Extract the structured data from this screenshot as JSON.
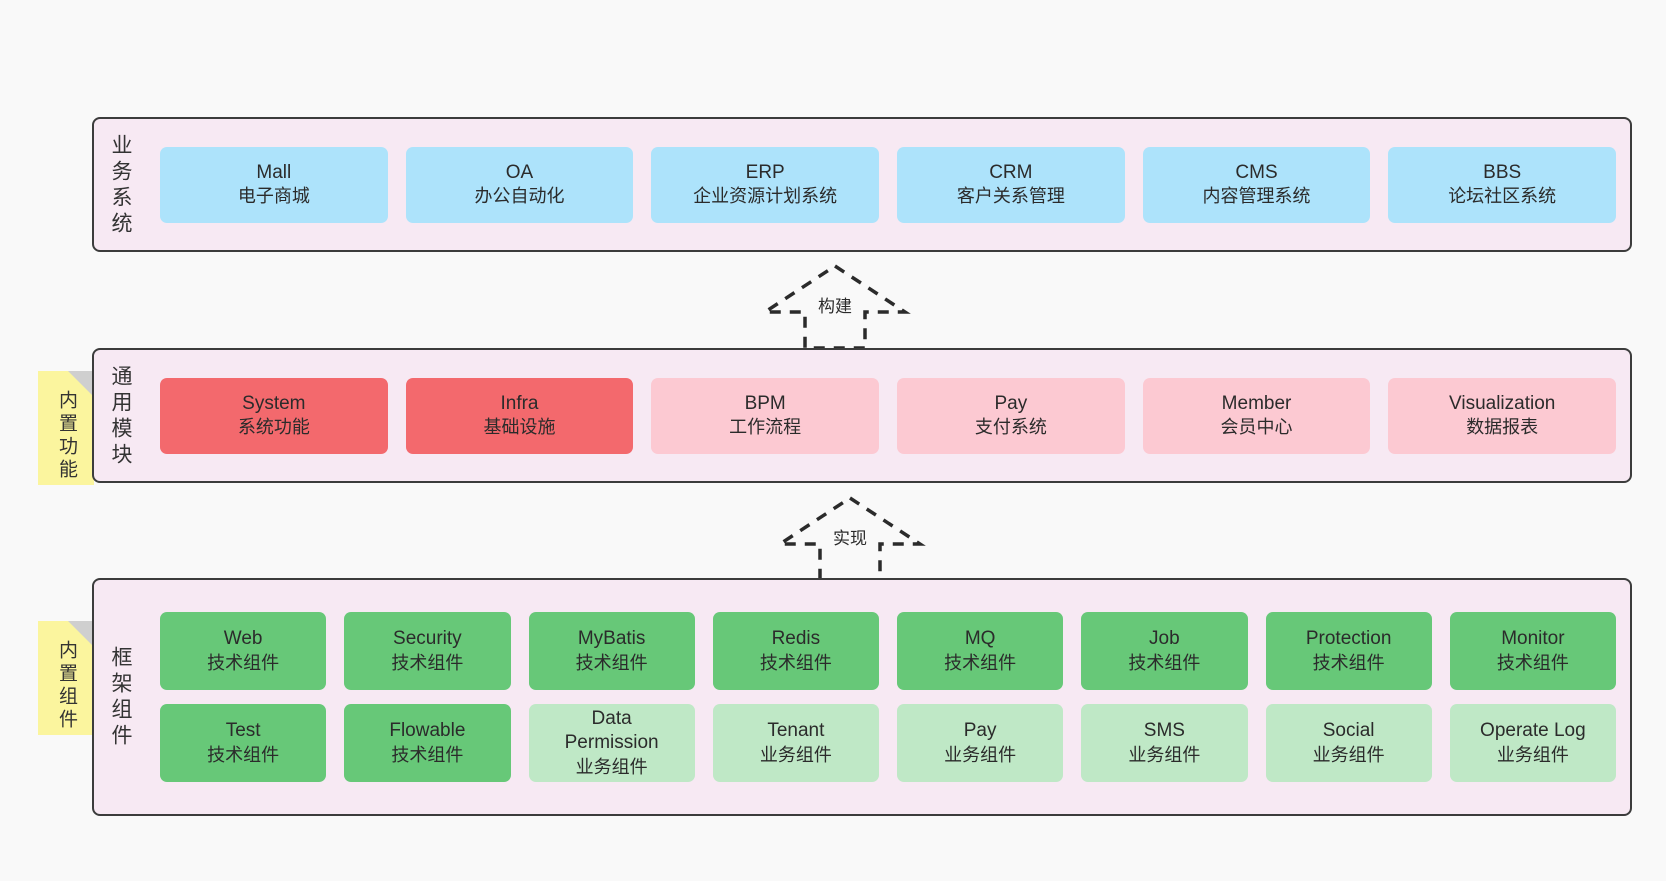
{
  "diagram": {
    "background": "#f9f9f9",
    "panel_bg": "#f7e9f3",
    "note_bg": "#fbf59e",
    "colors": {
      "business": "#ade3fb",
      "module_core": "#f3696d",
      "module_other": "#fcc9d2",
      "tech_component": "#67c878",
      "biz_component": "#bfe8c6"
    }
  },
  "sections": {
    "business": {
      "title": "业务系统",
      "cards": [
        {
          "en": "Mall",
          "cn": "电子商城"
        },
        {
          "en": "OA",
          "cn": "办公自动化"
        },
        {
          "en": "ERP",
          "cn": "企业资源计划系统"
        },
        {
          "en": "CRM",
          "cn": "客户关系管理"
        },
        {
          "en": "CMS",
          "cn": "内容管理系统"
        },
        {
          "en": "BBS",
          "cn": "论坛社区系统"
        }
      ]
    },
    "modules": {
      "title": "通用模块",
      "note": "内置功能",
      "cards": [
        {
          "en": "System",
          "cn": "系统功能",
          "variant": "core"
        },
        {
          "en": "Infra",
          "cn": "基础设施",
          "variant": "core"
        },
        {
          "en": "BPM",
          "cn": "工作流程",
          "variant": "other"
        },
        {
          "en": "Pay",
          "cn": "支付系统",
          "variant": "other"
        },
        {
          "en": "Member",
          "cn": "会员中心",
          "variant": "other"
        },
        {
          "en": "Visualization",
          "cn": "数据报表",
          "variant": "other"
        }
      ]
    },
    "framework": {
      "title": "框架组件",
      "note": "内置组件",
      "row1": [
        {
          "en": "Web",
          "cn": "技术组件",
          "variant": "tech"
        },
        {
          "en": "Security",
          "cn": "技术组件",
          "variant": "tech"
        },
        {
          "en": "MyBatis",
          "cn": "技术组件",
          "variant": "tech"
        },
        {
          "en": "Redis",
          "cn": "技术组件",
          "variant": "tech"
        },
        {
          "en": "MQ",
          "cn": "技术组件",
          "variant": "tech"
        },
        {
          "en": "Job",
          "cn": "技术组件",
          "variant": "tech"
        },
        {
          "en": "Protection",
          "cn": "技术组件",
          "variant": "tech"
        },
        {
          "en": "Monitor",
          "cn": "技术组件",
          "variant": "tech"
        }
      ],
      "row2": [
        {
          "en": "Test",
          "cn": "技术组件",
          "variant": "tech"
        },
        {
          "en": "Flowable",
          "cn": "技术组件",
          "variant": "tech"
        },
        {
          "en": "Data Permission",
          "cn": "业务组件",
          "variant": "biz"
        },
        {
          "en": "Tenant",
          "cn": "业务组件",
          "variant": "biz"
        },
        {
          "en": "Pay",
          "cn": "业务组件",
          "variant": "biz"
        },
        {
          "en": "SMS",
          "cn": "业务组件",
          "variant": "biz"
        },
        {
          "en": "Social",
          "cn": "业务组件",
          "variant": "biz"
        },
        {
          "en": "Operate Log",
          "cn": "业务组件",
          "variant": "biz"
        }
      ]
    }
  },
  "connectors": {
    "build": {
      "label": "构建"
    },
    "implement": {
      "label": "实现"
    }
  }
}
